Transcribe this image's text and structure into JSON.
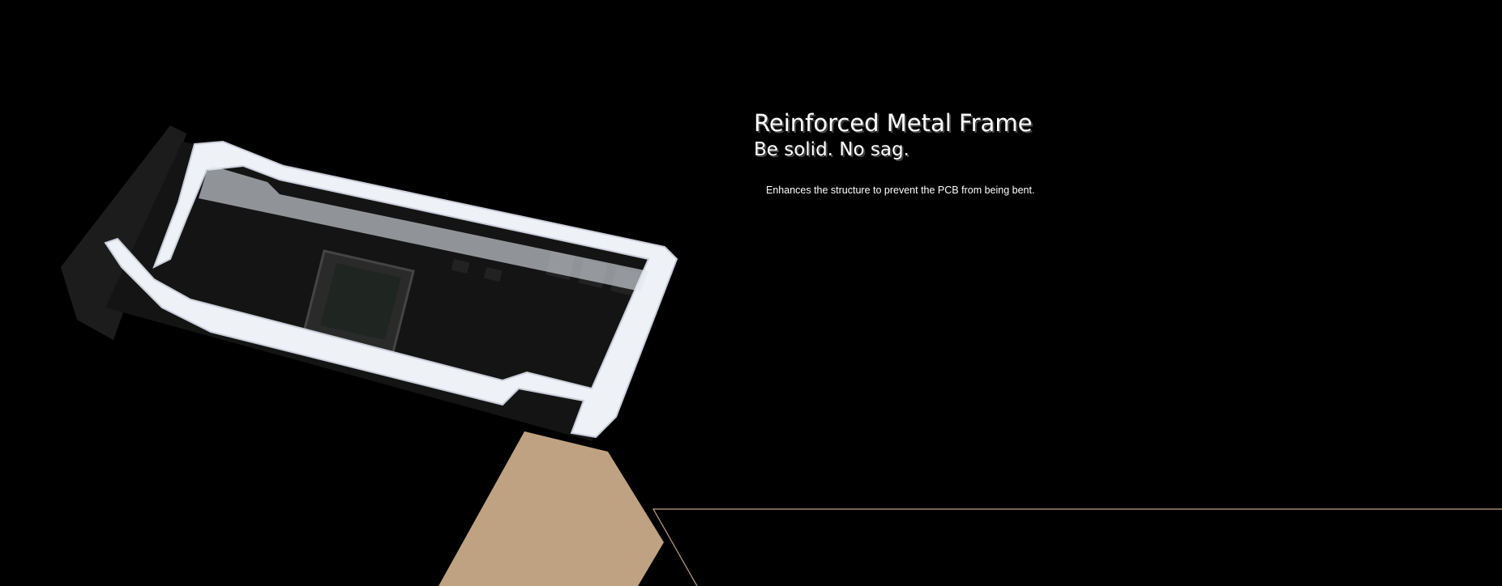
{
  "feature": {
    "title": "Reinforced Metal Frame",
    "subtitle": "Be solid. No sag.",
    "description": "Enhances the structure to prevent the PCB from being bent."
  },
  "colors": {
    "background": "#000000",
    "accent_beige": "#bfa281",
    "frame_white": "#f2f4f8",
    "pcb": "#141414"
  }
}
